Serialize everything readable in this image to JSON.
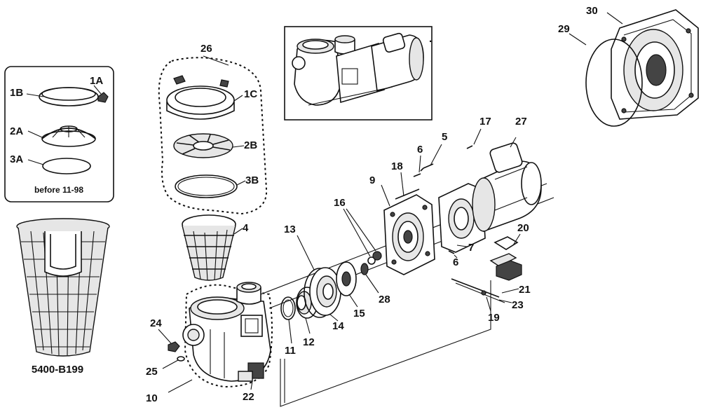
{
  "callouts": {
    "c1A": "1A",
    "c1B": "1B",
    "c2A": "2A",
    "c3A": "3A",
    "c26": "26",
    "c1C": "1C",
    "c2B": "2B",
    "c3B": "3B",
    "c4": "4",
    "c13": "13",
    "c16": "16",
    "c9": "9",
    "c18": "18",
    "c6a": "6",
    "c5": "5",
    "c17": "17",
    "c27": "27",
    "c20": "20",
    "c7": "7",
    "c6b": "6",
    "c28": "28",
    "c15": "15",
    "c14": "14",
    "c12": "12",
    "c11": "11",
    "c24": "24",
    "c25": "25",
    "c10": "10",
    "c22": "22",
    "c21": "21",
    "c23": "23",
    "c19": "19",
    "c30": "30",
    "c29": "29"
  },
  "inset_note": "before 11-98",
  "basket_part_number": "5400-B199"
}
